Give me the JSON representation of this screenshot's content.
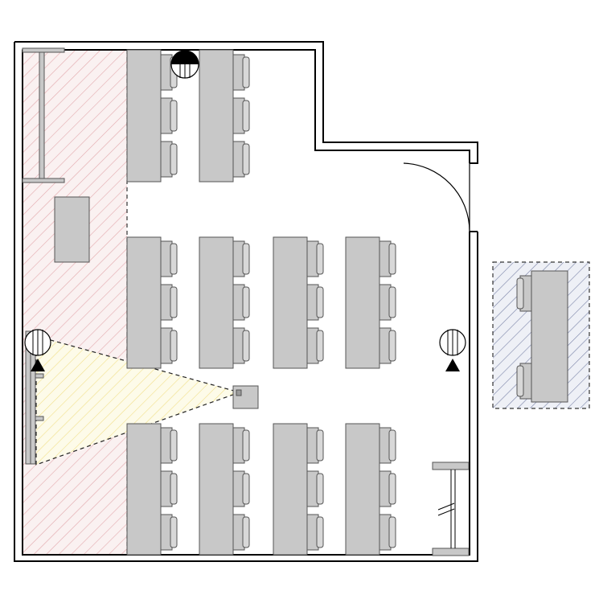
{
  "plan": {
    "colors": {
      "background": "#ffffff",
      "wall": "#000000",
      "furniture_fill": "#c8c8c8",
      "furniture_stroke": "#555555",
      "staff_zone_hatch": "#e3a9ad",
      "projection_hatch": "#f2e08a",
      "outside_zone_hatch": "#7b84a8"
    },
    "icons": [
      "cctv-camera-icon",
      "projector-icon",
      "door-swing-icon",
      "window-icon"
    ],
    "seating": {
      "rows_of_tables": 3,
      "tables_per_row": [
        2,
        4,
        4
      ],
      "chairs_per_table": 3,
      "outside_tables": 1,
      "outside_chairs": 2
    }
  }
}
